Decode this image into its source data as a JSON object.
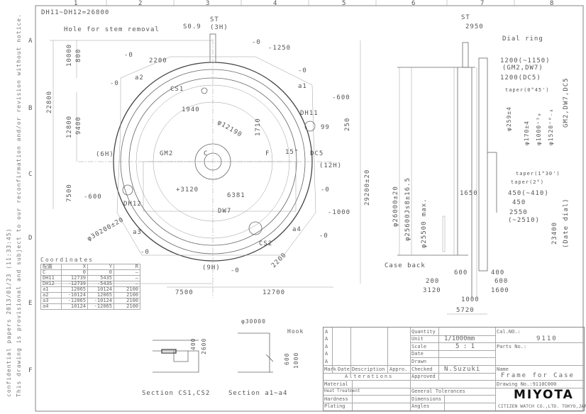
{
  "side_notes": {
    "line1": "confidential papers  2013/01/23 (11:33:45)",
    "line2": "This drawing is provisional and subject to our reconfirmation and/or revision without notice."
  },
  "grid": {
    "columns": [
      "1",
      "2",
      "3",
      "4",
      "5",
      "6",
      "7",
      "8"
    ],
    "rows": [
      "A",
      "B",
      "C",
      "D",
      "E",
      "F"
    ]
  },
  "front_view": {
    "note": "DH11~DH12=26800",
    "hole_label": "Hole for stem removal",
    "s09": "S0.9",
    "st": "ST",
    "st_pos": "(3H)",
    "dims": [
      "10000",
      "800",
      "22800",
      "12800",
      "9400",
      "2200",
      "-0",
      "-0",
      "-0",
      "-1250",
      "-0",
      "1940",
      "-600",
      "99",
      "250",
      "φ12190",
      "1710",
      "15°",
      "7500",
      "-600",
      "+3120",
      "6381",
      "-1000",
      "-0",
      "-0",
      "2200",
      "φ30200±20",
      "-0",
      "-0",
      "29200±20",
      "7500",
      "12700"
    ],
    "markers": [
      "a2",
      "CS1",
      "a1",
      "DH11",
      "GM2",
      "C",
      "F",
      "DC5",
      "(6H)",
      "(12H)",
      "DH12",
      "DW7",
      "a3",
      "CS2",
      "a4",
      "(9H)"
    ]
  },
  "side_view": {
    "st": "ST",
    "dims": [
      "2950",
      "1200(~1150)",
      "(GM2,DW7)",
      "1200(DC5)",
      "taper(0°45')",
      "GM2,DW7,DC5",
      "φ259±4",
      "φ170±4",
      "φ1000⁺³₀",
      "φ1520⁺⁰₋₈",
      "taper(1°30')",
      "taper(2°)",
      "1650",
      "450(~410)",
      "450",
      "2550",
      "(~2510)",
      "23400",
      "(Date dial)",
      "φ26000±20",
      "φ25600Js8±16.5",
      "φ25500 max.",
      "600",
      "400",
      "600",
      "200",
      "3120",
      "1600",
      "1000",
      "5720"
    ],
    "dial_ring": "Dial ring",
    "case_back": "Case back"
  },
  "coordinates": {
    "title": "Coordinates",
    "headers": [
      "配置",
      "X",
      "Y",
      "R"
    ],
    "rows": [
      [
        "C",
        "0",
        "0",
        "—"
      ],
      [
        "DH11",
        "12739",
        "5435",
        "—"
      ],
      [
        "DH12",
        "-12739",
        "-5435",
        "—"
      ],
      [
        "a1",
        "12065",
        "10124",
        "2100"
      ],
      [
        "a2",
        "-10124",
        "12065",
        "2100"
      ],
      [
        "a3",
        "-12065",
        "-10124",
        "2100"
      ],
      [
        "a4",
        "10124",
        "-12065",
        "2100"
      ]
    ]
  },
  "sections": {
    "cs": "Section CS1,CS2",
    "a": "Section a1~a4",
    "cs_dims": [
      "400",
      "2600"
    ],
    "a_dims": [
      "φ30000",
      "Hook",
      "600",
      "1000"
    ]
  },
  "title_block": {
    "quantity": "Quantity",
    "unit": "Unit",
    "unit_val": "1/1000mm",
    "scale": "Scale",
    "scale_val": "5 : 1",
    "date": "Date",
    "drawn": "Drawn",
    "checked": "Checked",
    "checked_val": "N.Suzuki",
    "approved": "Approved",
    "mark": "Mark",
    "date_col": "Date",
    "description": "Description",
    "appro": "Appro.",
    "alterations": "Alterations",
    "material": "Material",
    "heat": "Heat Treatment",
    "hardness": "Hardness",
    "plating": "Plating",
    "gen_tol": "General Tolerances",
    "dimensions": "Dimensions",
    "angles": "Angles",
    "cal_no": "Cal.NO.:",
    "cal_val": "9110",
    "parts_no": "Parts No.:",
    "name": "Name",
    "name_val": "Frame for Case",
    "drawing_no": "Drawing No.:9110C000",
    "brand": "MIYOTA",
    "company": "CITIZEN WATCH CO.,LTD. TOKYO,JAPAN",
    "rev_marks": [
      "A",
      "A",
      "A",
      "A",
      "A"
    ]
  }
}
